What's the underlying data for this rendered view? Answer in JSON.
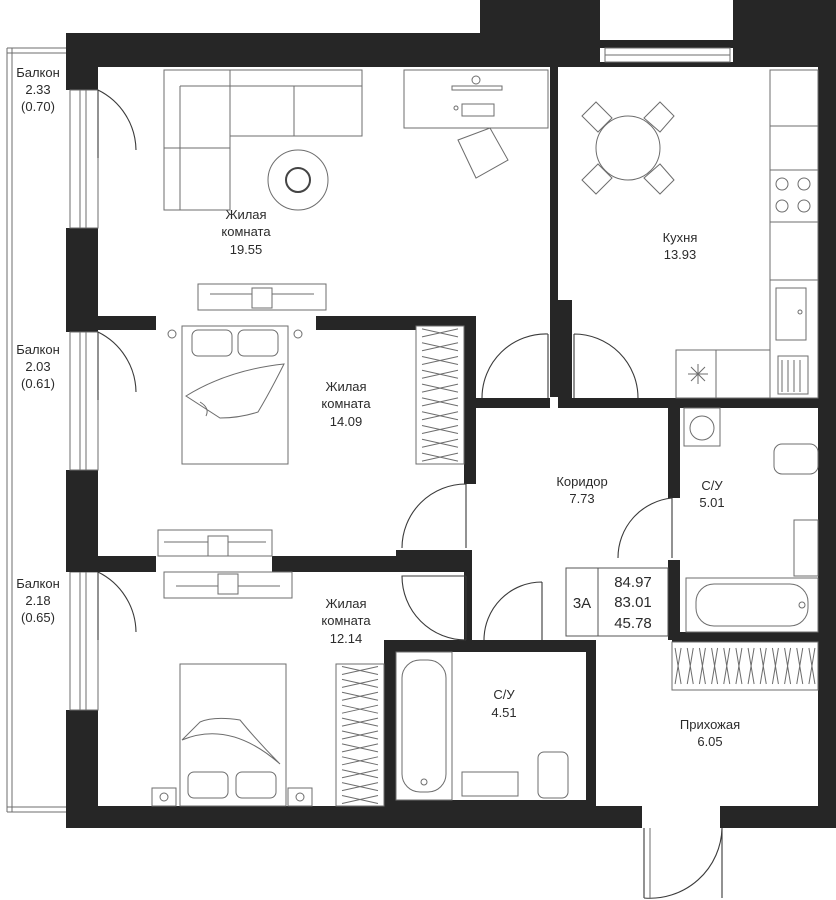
{
  "rooms": {
    "living_top": {
      "name_line1": "Жилая",
      "name_line2": "комната",
      "area": "19.55"
    },
    "kitchen": {
      "name": "Кухня",
      "area": "13.93"
    },
    "bedroom_mid": {
      "name_line1": "Жилая",
      "name_line2": "комната",
      "area": "14.09"
    },
    "corridor": {
      "name": "Коридор",
      "area": "7.73"
    },
    "bath_right": {
      "name": "С/У",
      "area": "5.01"
    },
    "bedroom_bottom": {
      "name_line1": "Жилая",
      "name_line2": "комната",
      "area": "12.14"
    },
    "bath_bottom": {
      "name": "С/У",
      "area": "4.51"
    },
    "hallway": {
      "name": "Прихожая",
      "area": "6.05"
    }
  },
  "balconies": [
    {
      "name": "Балкон",
      "area": "2.33",
      "reduced": "(0.70)"
    },
    {
      "name": "Балкон",
      "area": "2.03",
      "reduced": "(0.61)"
    },
    {
      "name": "Балкон",
      "area": "2.18",
      "reduced": "(0.65)"
    }
  ],
  "summary": {
    "type": "3А",
    "total_area": "84.97",
    "area_2": "83.01",
    "living_area": "45.78"
  },
  "colors": {
    "wall": "#262626",
    "line": "#6d6d6d",
    "text": "#2b2b2b",
    "background": "#ffffff"
  }
}
